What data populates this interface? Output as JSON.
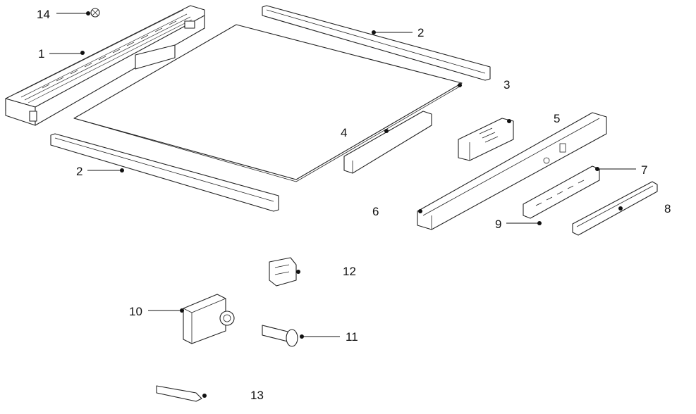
{
  "diagram": {
    "callouts": [
      {
        "id": "c14",
        "label": "14"
      },
      {
        "id": "c1",
        "label": "1"
      },
      {
        "id": "c2a",
        "label": "2"
      },
      {
        "id": "c3",
        "label": "3"
      },
      {
        "id": "c4",
        "label": "4"
      },
      {
        "id": "c2b",
        "label": "2"
      },
      {
        "id": "c5",
        "label": "5"
      },
      {
        "id": "c6",
        "label": "6"
      },
      {
        "id": "c7",
        "label": "7"
      },
      {
        "id": "c8",
        "label": "8"
      },
      {
        "id": "c9",
        "label": "9"
      },
      {
        "id": "c10",
        "label": "10"
      },
      {
        "id": "c11",
        "label": "11"
      },
      {
        "id": "c12",
        "label": "12"
      },
      {
        "id": "c13",
        "label": "13"
      }
    ]
  }
}
